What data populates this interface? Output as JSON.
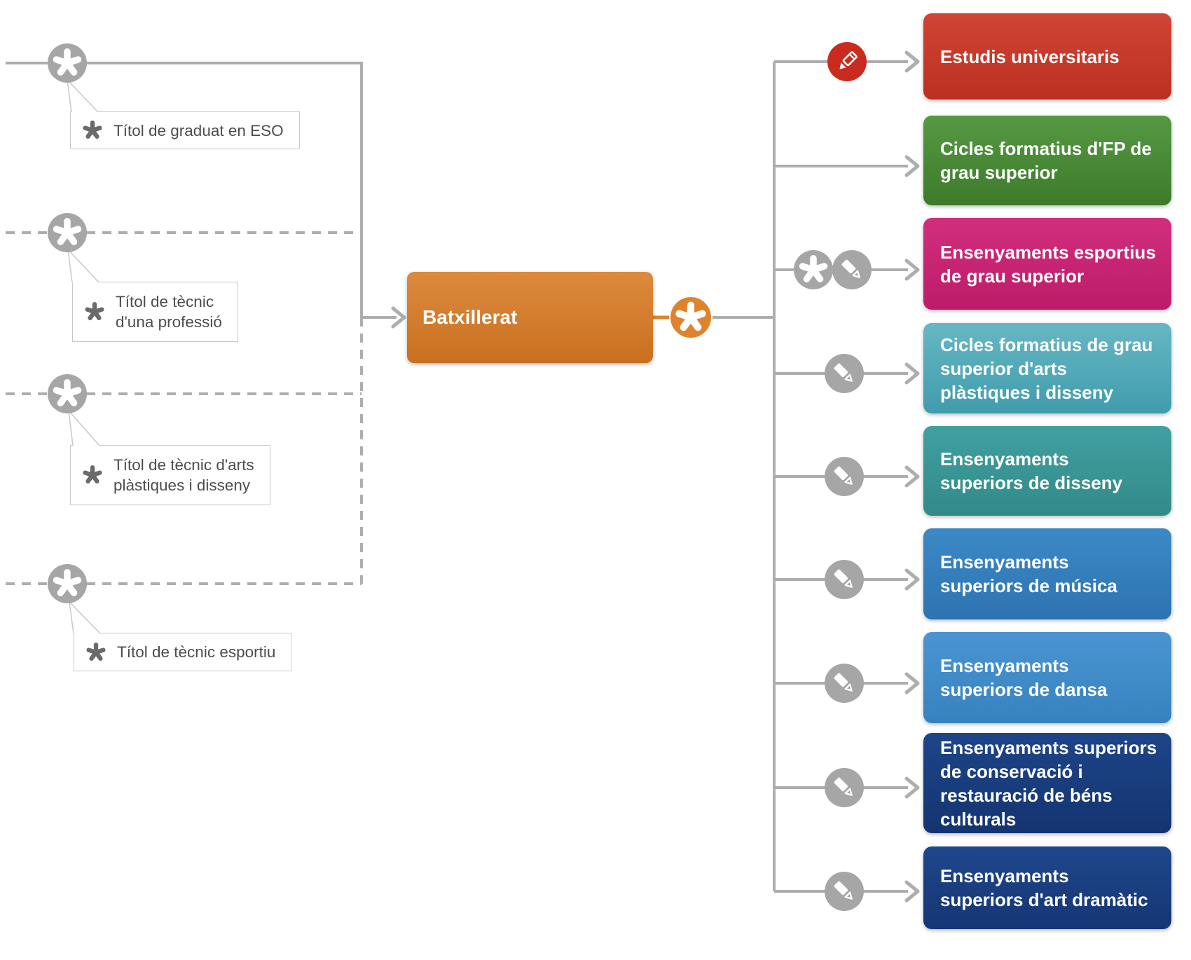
{
  "diagram": {
    "title_hint": "Itineraris formatius: accés i sortides del Batxillerat",
    "colors": {
      "line_gray": "#aeaeae",
      "icon_gray": "#a6a6a6",
      "orange_line": "#dd832f",
      "orange_circle": "#e0832d",
      "red_circle": "#c92c1f",
      "tooltip_border": "#c9c9c9",
      "tooltip_text": "#4d4d4d",
      "tooltip_icon": "#6b6b6b"
    },
    "center": {
      "label": "Batxillerat",
      "color_top": "#dd8a3e",
      "color_bottom": "#c9701f",
      "connector_icon": "asterisk-icon"
    },
    "inputs": [
      {
        "label": "Títol de graduat en ESO",
        "line_style": "solid",
        "marker_icon": "asterisk-icon"
      },
      {
        "label": "Títol de tècnic\nd'una professió",
        "line_style": "dashed",
        "marker_icon": "asterisk-icon"
      },
      {
        "label": "Títol de tècnic d'arts\nplàstiques i disseny",
        "line_style": "dashed",
        "marker_icon": "asterisk-icon"
      },
      {
        "label": "Títol de tècnic esportiu",
        "line_style": "dashed",
        "marker_icon": "asterisk-icon"
      }
    ],
    "outputs": [
      {
        "label": "Estudis universitaris",
        "color_top": "#d04434",
        "color_bottom": "#bb3021",
        "icons": [
          "pencil-red-icon"
        ]
      },
      {
        "label": "Cicles formatius d'FP de\ngrau superior",
        "color_top": "#569942",
        "color_bottom": "#3d7b2b",
        "icons": []
      },
      {
        "label": "Ensenyaments esportius\nde grau superior",
        "color_top": "#d22e7e",
        "color_bottom": "#bc1c69",
        "icons": [
          "asterisk-icon",
          "pencil-icon"
        ]
      },
      {
        "label": "Cicles formatius de grau\nsuperior d'arts\nplàstiques i disseny",
        "color_top": "#67b7c4",
        "color_bottom": "#409cac",
        "icons": [
          "pencil-icon"
        ]
      },
      {
        "label": "Ensenyaments\nsuperiors de disseny",
        "color_top": "#41a0a0",
        "color_bottom": "#328a88",
        "icons": [
          "pencil-icon"
        ]
      },
      {
        "label": "Ensenyaments\nsuperiors de música",
        "color_top": "#3c89c6",
        "color_bottom": "#2d73b2",
        "icons": [
          "pencil-icon"
        ]
      },
      {
        "label": "Ensenyaments\nsuperiors de dansa",
        "color_top": "#4a95d1",
        "color_bottom": "#3682bf",
        "icons": [
          "pencil-icon"
        ]
      },
      {
        "label": "Ensenyaments superiors\nde conservació i\nrestauració de béns\nculturals",
        "color_top": "#1e4588",
        "color_bottom": "#143471",
        "icons": [
          "pencil-icon"
        ]
      },
      {
        "label": "Ensenyaments\nsuperiors d'art dramàtic",
        "color_top": "#1f478b",
        "color_bottom": "#153674",
        "icons": [
          "pencil-icon"
        ]
      }
    ]
  }
}
